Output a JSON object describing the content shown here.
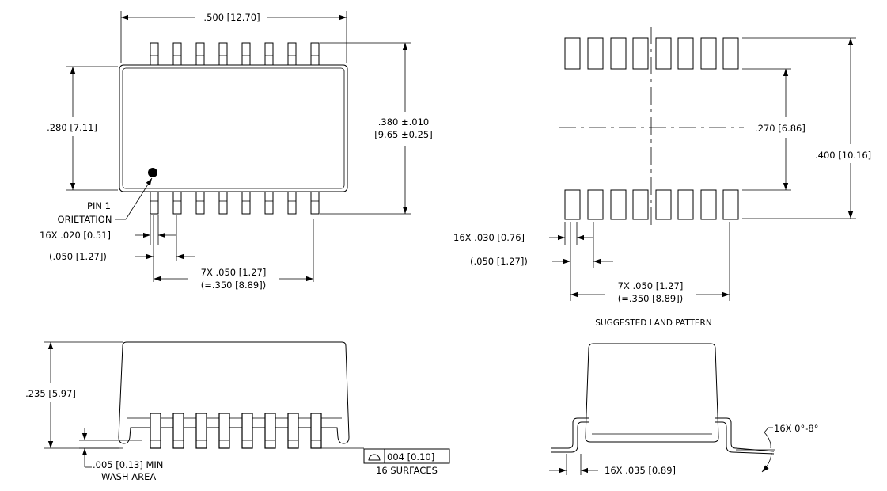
{
  "top_view": {
    "overall_length": ".500 [12.70]",
    "body_width": ".280 [7.11]",
    "overall_width_in": ".380 ±.010",
    "overall_width_mm": "[9.65 ±0.25]",
    "pin1_line1": "PIN 1",
    "pin1_line2": "ORIETATION",
    "lead_width": "16X .020 [0.51]",
    "lead_pitch": "(.050 [1.27])",
    "span_line1": "7X .050 [1.27]",
    "span_line2": "(=.350 [8.89])"
  },
  "land_pattern": {
    "inner_spacing": ".270 [6.86]",
    "outer_spacing": ".400 [10.16]",
    "pad_width": "16X .030 [0.76]",
    "pad_pitch": "(.050 [1.27])",
    "span_line1": "7X .050 [1.27]",
    "span_line2": "(=.350 [8.89])",
    "caption": "SUGGESTED LAND PATTERN"
  },
  "side_view": {
    "height": ".235 [5.97]",
    "standoff_line1": ".005 [0.13] MIN",
    "standoff_line2": "WASH AREA",
    "coplanarity": "004 [0.10]",
    "surfaces": "16 SURFACES"
  },
  "end_view": {
    "angle": "16X 0°-8°",
    "foot_length": "16X .035 [0.89]"
  }
}
